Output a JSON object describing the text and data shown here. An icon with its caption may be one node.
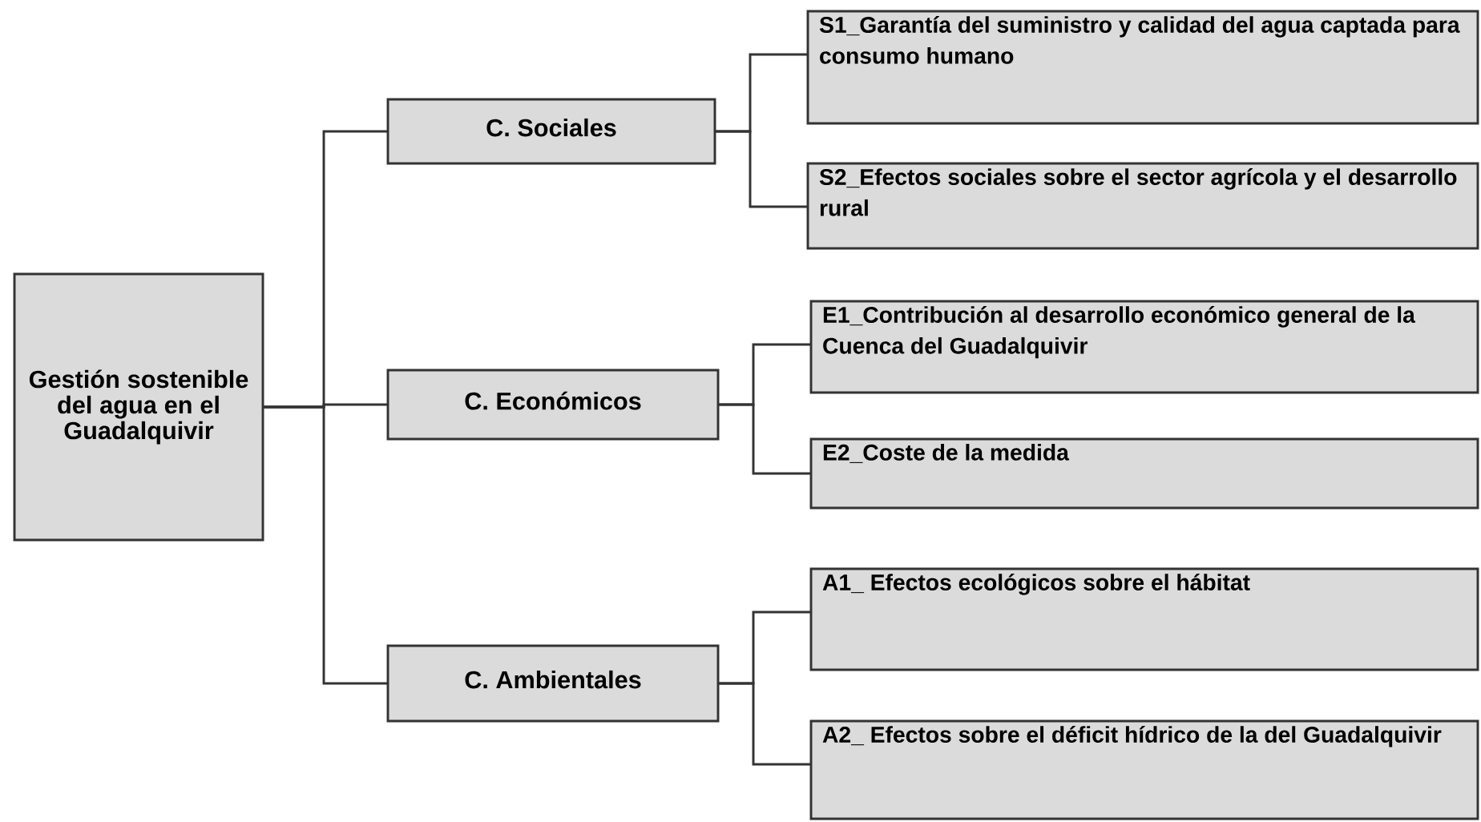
{
  "diagram": {
    "nodes": [
      {
        "text": [
          "Gestión sostenible del agua en el Guadalquivir"
        ]
      },
      {
        "text": [
          "C. Sociales"
        ]
      },
      {
        "text": [
          "C. Económicos"
        ]
      },
      {
        "text": [
          "C. Ambientales"
        ]
      },
      {
        "text": [
          "S1_Garantía del suministro y calidad del agua captada para consumo humano"
        ]
      },
      {
        "text": [
          "S2_Efectos sociales sobre el sector agrícola y el desarrollo rural"
        ]
      },
      {
        "text": [
          "E1_Contribución al desarrollo económico general de la Cuenca del Guadalquivir"
        ]
      },
      {
        "text": [
          "E2_Coste de la medida"
        ]
      },
      {
        "text": [
          "A1_ Efectos ecológicos sobre el hábitat"
        ]
      },
      {
        "text": [
          "A2_ Efectos sobre el déficit hídrico de la del Guadalquivir"
        ]
      }
    ],
    "edges": [
      {
        "from": 0,
        "to": 1,
        "arrow": "none"
      },
      {
        "from": 0,
        "to": 2,
        "arrow": "none"
      },
      {
        "from": 0,
        "to": 3,
        "arrow": "none"
      },
      {
        "from": 1,
        "to": 4,
        "arrow": "none"
      },
      {
        "from": 1,
        "to": 5,
        "arrow": "none"
      },
      {
        "from": 2,
        "to": 6,
        "arrow": "none"
      },
      {
        "from": 2,
        "to": 7,
        "arrow": "none"
      },
      {
        "from": 3,
        "to": 8,
        "arrow": "none"
      },
      {
        "from": 3,
        "to": 9,
        "arrow": "none"
      }
    ]
  }
}
